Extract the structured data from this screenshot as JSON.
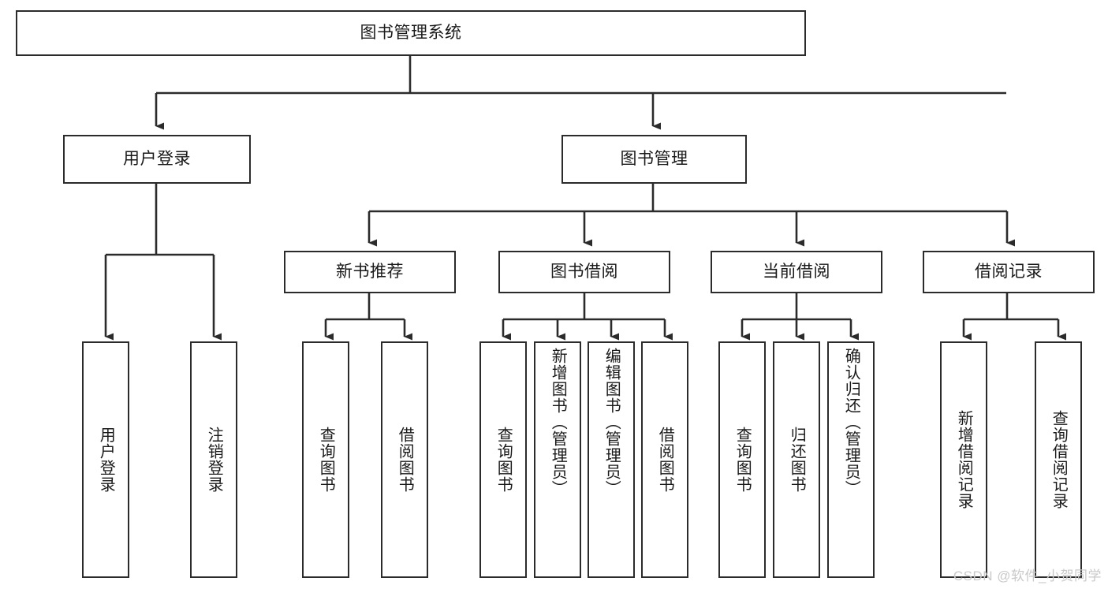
{
  "diagram": {
    "title": "图书管理系统",
    "type": "tree-hierarchy",
    "line_color": "#2b2b2b",
    "box_fill": "#ffffff",
    "text_color": "#1a1a1a",
    "watermark": "CSDN @软件_小贺同学"
  },
  "nodes": {
    "root": {
      "label": "图书管理系统"
    },
    "level2": [
      {
        "label": "用户登录"
      },
      {
        "label": "图书管理"
      }
    ],
    "level3": [
      {
        "label": "新书推荐"
      },
      {
        "label": "图书借阅"
      },
      {
        "label": "当前借阅"
      },
      {
        "label": "借阅记录"
      }
    ],
    "leaves_user_login": [
      {
        "label": "用户登录"
      },
      {
        "label": "注销登录"
      }
    ],
    "leaves_new_book": [
      {
        "label": "查询图书"
      },
      {
        "label": "借阅图书"
      }
    ],
    "leaves_borrow": [
      {
        "label": "查询图书"
      },
      {
        "label": "新增图书（管理员）"
      },
      {
        "label": "编辑图书（管理员）"
      },
      {
        "label": "借阅图书"
      }
    ],
    "leaves_current": [
      {
        "label": "查询图书"
      },
      {
        "label": "归还图书"
      },
      {
        "label": "确认归还（管理员）"
      }
    ],
    "leaves_record": [
      {
        "label": "新增借阅记录"
      },
      {
        "label": "查询借阅记录"
      }
    ]
  }
}
